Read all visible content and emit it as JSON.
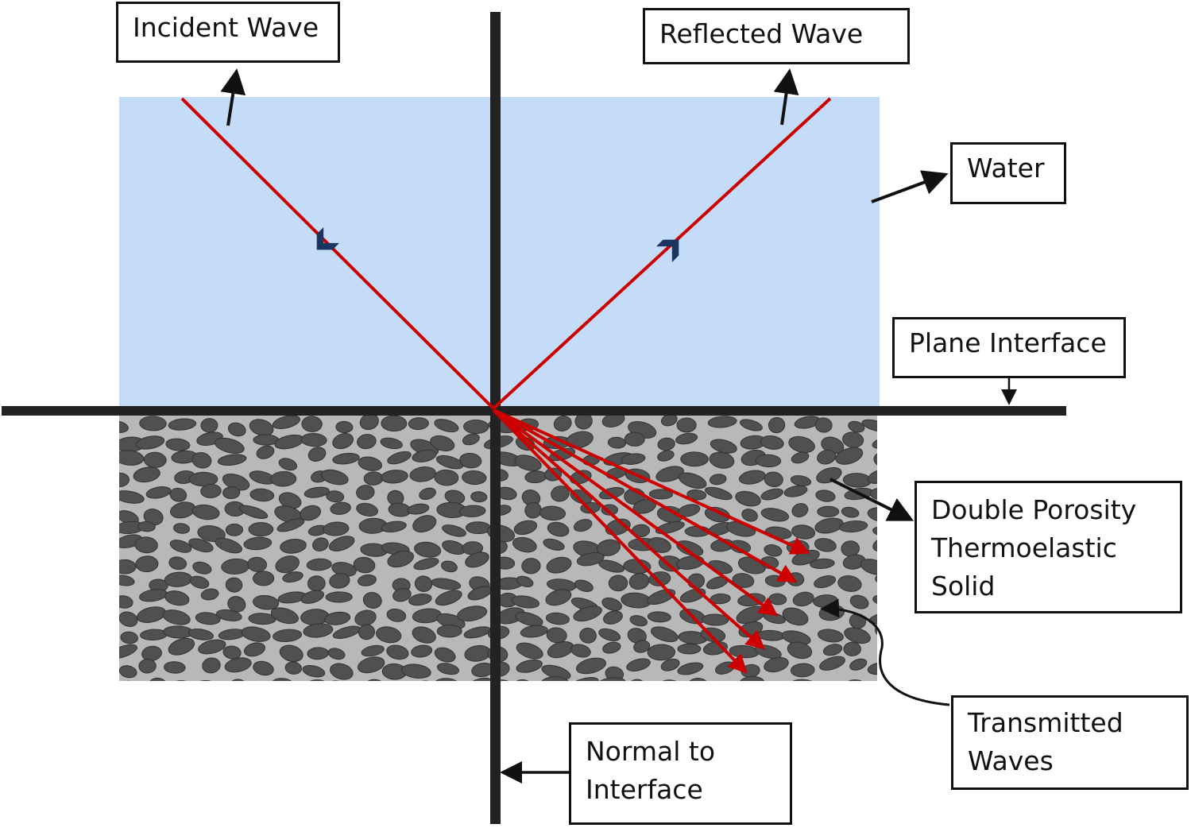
{
  "labels": {
    "incident": "Incident Wave",
    "reflected": "Reflected Wave",
    "water": "Water",
    "plane_interface": "Plane Interface",
    "solid_line1": "Double Porosity",
    "solid_line2": "Thermoelastic",
    "solid_line3": "Solid",
    "transmitted_line1": "Transmitted",
    "transmitted_line2": "Waves",
    "normal_line1": "Normal to",
    "normal_line2": "Interface"
  },
  "colors": {
    "water": "#c5dcf8",
    "ray": "#cc0000",
    "chevron": "#1b3563",
    "line": "#222222",
    "solid_bg": "#b8b8b8",
    "grain": "#505050"
  }
}
